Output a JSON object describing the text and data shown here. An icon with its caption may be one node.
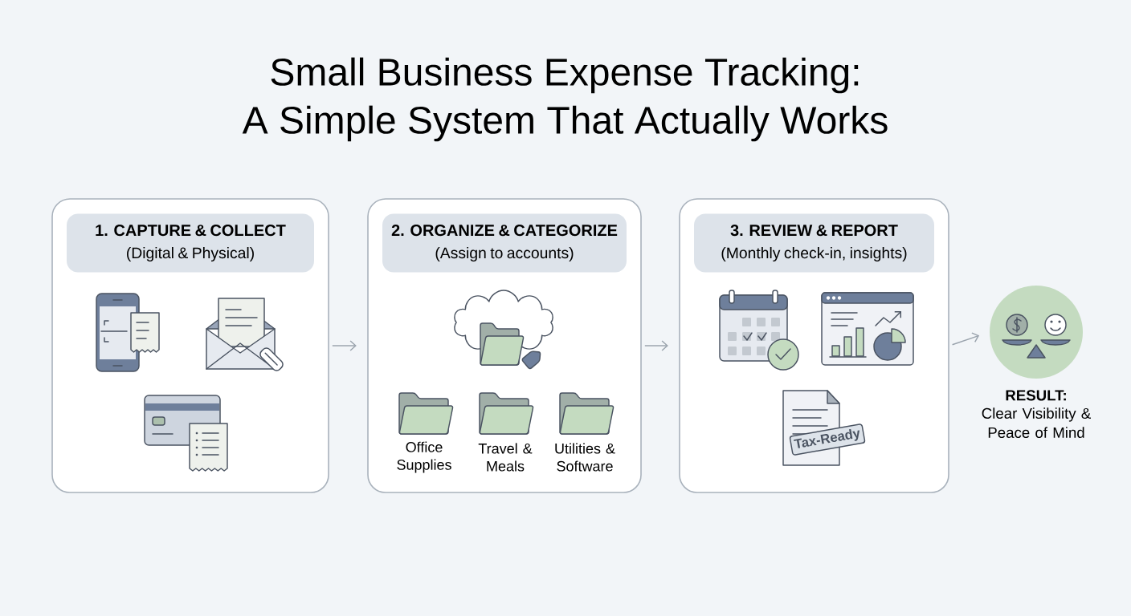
{
  "diagram": {
    "title": "Small Business Expense Tracking: A Simple System That Actually Works",
    "nodes": [
      {
        "text": [],
        "shape": "box"
      },
      {
        "text": [
          "1. CAPTURE & COLLECT",
          "(Digital & Physical)"
        ],
        "in": 0
      },
      {
        "text": [],
        "shape": "box"
      },
      {
        "text": [
          "2. ORGANIZE & CATEGORIZE",
          "(Assign to accounts)"
        ],
        "in": 2
      },
      {
        "text": [],
        "shape": "box"
      },
      {
        "text": [
          "3. REVIEW & REPORT",
          "(Monthly check-in, insights)"
        ],
        "in": 4
      },
      {
        "text": [
          "Tax-Ready"
        ],
        "in": 4
      },
      {
        "text": [],
        "shape": "circle",
        "beside": [
          "RESULT:",
          "Clear Visibility & Peace of Mind"
        ]
      }
    ],
    "edges": [
      {
        "from": 0,
        "to": 2,
        "arrow": "to"
      },
      {
        "from": 2,
        "to": 4,
        "arrow": "to"
      },
      {
        "from": 4,
        "to": 7,
        "arrow": "to"
      }
    ],
    "labels": [
      "Office Supplies",
      "Travel & Meals",
      "Utilities & Software"
    ]
  }
}
